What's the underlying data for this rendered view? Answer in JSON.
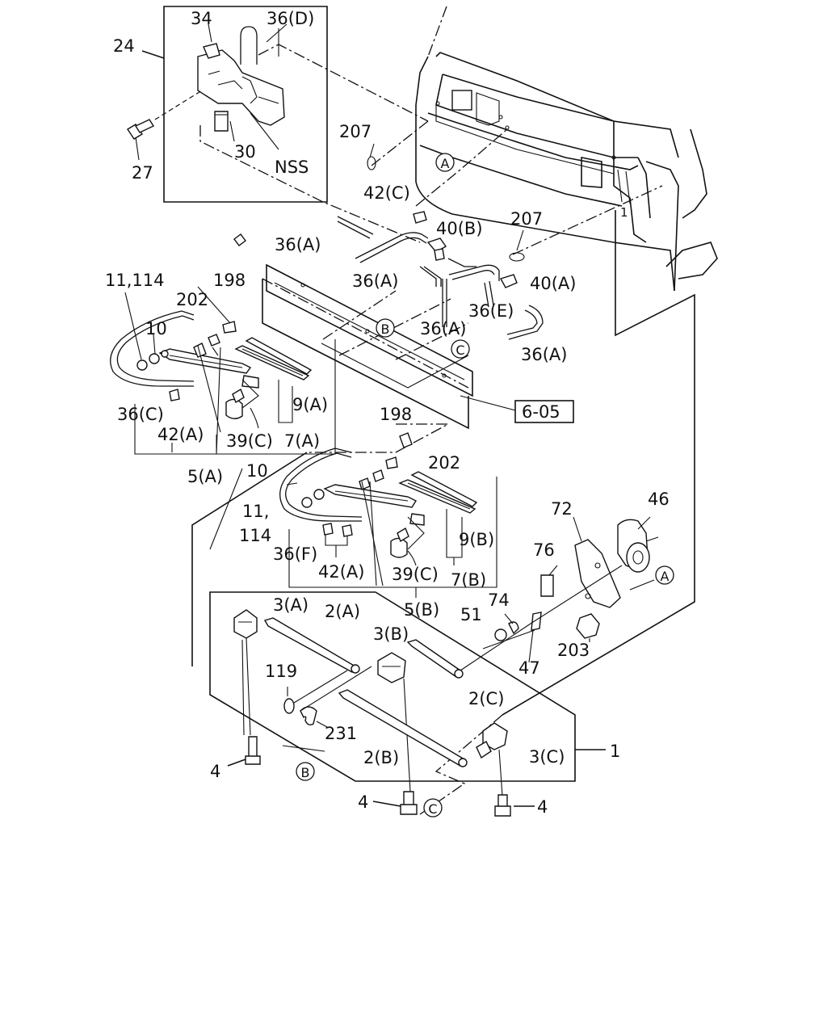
{
  "colors": {
    "line": "#111111",
    "background": "#ffffff"
  },
  "labels": {
    "l24": "24",
    "l34": "34",
    "l36d": "36(D)",
    "l207a": "207",
    "l30": "30",
    "lnss": "NSS",
    "l27": "27",
    "l42c": "42(C)",
    "l207b": "207",
    "l36a1": "36(A)",
    "l40b": "40(B)",
    "l36a2": "36(A)",
    "l11114": "11,114",
    "l198a": "198",
    "l10a": "10",
    "l202a": "202",
    "l40a": "40(A)",
    "l36e": "36(E)",
    "l36a3": "36(A)",
    "l36a4": "36(A)",
    "l36c": "36(C)",
    "l9a": "9(A)",
    "l42a1": "42(A)",
    "l39c1": "39(C)",
    "l7a": "7(A)",
    "l605": "6-05",
    "l5a": "5(A)",
    "l198b": "198",
    "l202b": "202",
    "l10b": "10",
    "l11": "11,",
    "l114": "114",
    "l36f": "36(F)",
    "l42a2": "42(A)",
    "l39c2": "39(C)",
    "l9b": "9(B)",
    "l7b": "7(B)",
    "l5b": "5(B)",
    "l72": "72",
    "l46": "46",
    "l76": "76",
    "l74": "74",
    "l51": "51",
    "l47": "47",
    "l203": "203",
    "l3a": "3(A)",
    "l2a": "2(A)",
    "l3b": "3(B)",
    "l119": "119",
    "l2c": "2(C)",
    "l231": "231",
    "l2b": "2(B)",
    "l3c": "3(C)",
    "l1": "1",
    "l4a": "4",
    "l4b": "4",
    "l4c": "4",
    "l1b": "1"
  },
  "refs": {
    "a_top": "A",
    "b_mid": "B",
    "c_mid": "C",
    "a_right": "A",
    "b_low": "B",
    "c_low": "C"
  },
  "icons": [
    "washer-tank-icon",
    "washer-pump-icon",
    "bolt-icon",
    "hose-icon",
    "nozzle-icon",
    "wiper-arm-icon",
    "wiper-blade-icon",
    "pivot-icon",
    "link-rod-icon",
    "motor-icon",
    "bracket-icon",
    "nut-icon",
    "clip-icon",
    "cab-panel-icon"
  ]
}
